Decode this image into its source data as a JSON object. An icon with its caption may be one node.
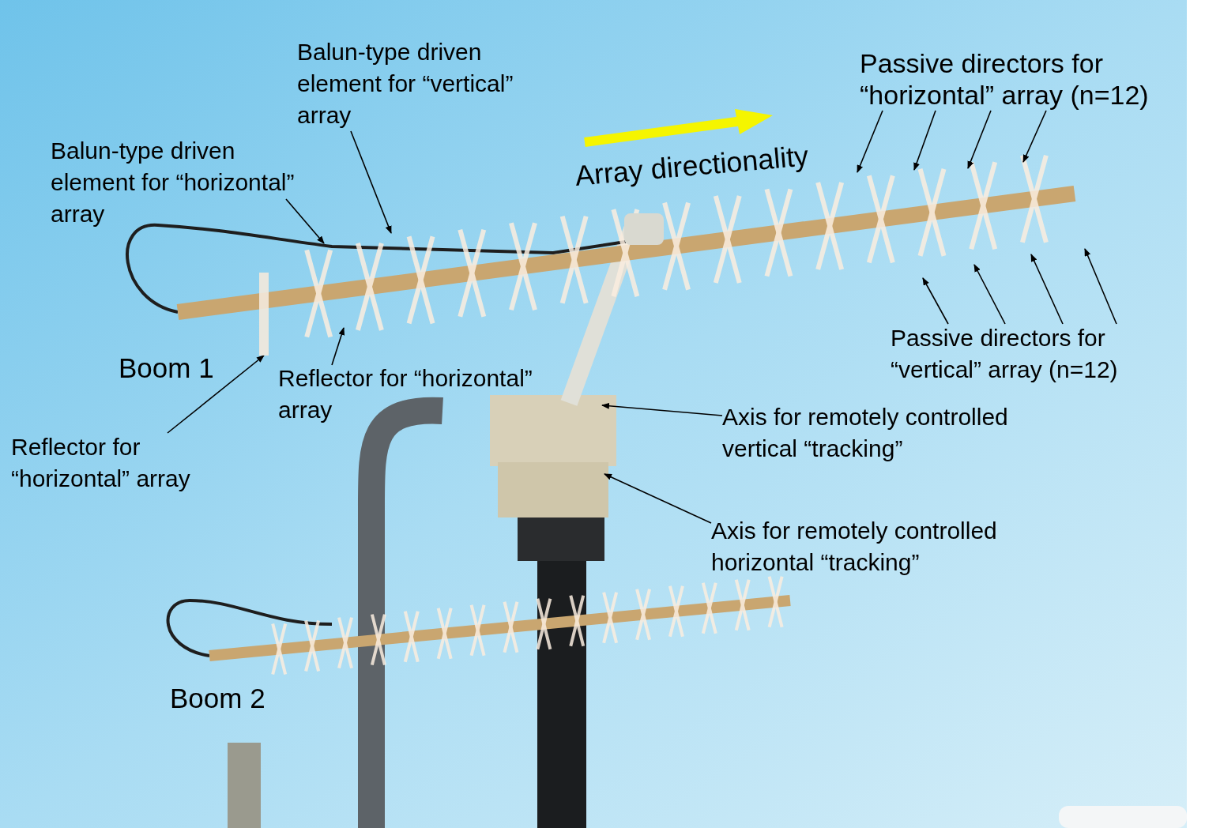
{
  "diagram": {
    "nodes": [
      {
        "text": [
          "Balun-type driven element for “vertical” array"
        ]
      },
      {
        "text": [
          "Balun-type driven element for “horizontal” array"
        ]
      },
      {
        "text": [
          "Passive directors for “horizontal” array (n=12)"
        ]
      },
      {
        "text": [
          "Reflector for “horizontal” array"
        ]
      },
      {
        "text": [
          "Reflector for “horizontal” array"
        ]
      },
      {
        "text": [
          "Passive directors for “vertical” array (n=12)"
        ]
      },
      {
        "text": [
          "Axis for remotely controlled vertical “tracking”"
        ]
      },
      {
        "text": [
          "Axis for remotely controlled horizontal “tracking”"
        ]
      },
      {
        "text": [],
        "shape": "bar"
      }
    ],
    "edges": [
      {
        "from": 0,
        "to": null,
        "arrow": "to"
      },
      {
        "from": 1,
        "to": null,
        "arrow": "to"
      },
      {
        "from": 2,
        "to": null,
        "arrow": "to"
      },
      {
        "from": 2,
        "to": null,
        "arrow": "to"
      },
      {
        "from": 2,
        "to": null,
        "arrow": "to"
      },
      {
        "from": 2,
        "to": null,
        "arrow": "to"
      },
      {
        "from": 3,
        "to": null,
        "arrow": "to"
      },
      {
        "from": 4,
        "to": 8,
        "arrow": "to"
      },
      {
        "from": 5,
        "to": null,
        "arrow": "to"
      },
      {
        "from": 5,
        "to": null,
        "arrow": "to"
      },
      {
        "from": 5,
        "to": null,
        "arrow": "to"
      },
      {
        "from": 5,
        "to": null,
        "arrow": "to"
      },
      {
        "from": 6,
        "to": null,
        "arrow": "to"
      },
      {
        "from": 7,
        "to": null,
        "arrow": "to"
      }
    ],
    "labels": [
      "Array directionality",
      "Boom 1",
      "Boom 2"
    ]
  }
}
